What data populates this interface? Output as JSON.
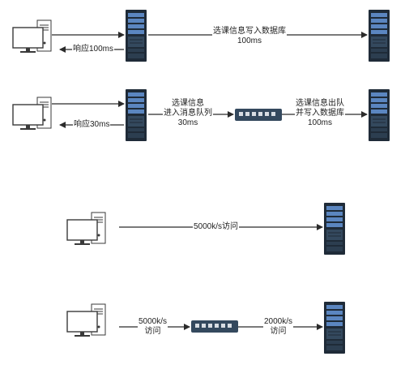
{
  "colors": {
    "line": "#2b2b2b",
    "server_dark": "#1f2b38",
    "server_mid": "#34495e",
    "server_accent": "#5b86c0",
    "pc_stroke": "#3a3a3a",
    "switch_body": "#34495e",
    "switch_port": "#d8dde3"
  },
  "icons": {
    "client": "desktop-pc-icon",
    "server": "server-rack-icon",
    "queue": "network-switch-icon"
  },
  "scenario1": {
    "request_label": "选课信息写入数据库\n100ms",
    "response_label": "响应100ms"
  },
  "scenario2": {
    "enqueue_label": "选课信息\n进入消息队列\n30ms",
    "dequeue_label": "选课信息出队\n并写入数据库\n100ms",
    "response_label": "响应30ms"
  },
  "scenario3": {
    "access_label": "5000k/s访问"
  },
  "scenario4": {
    "inbound_label": "5000k/s\n访问",
    "outbound_label": "2000k/s\n访问"
  }
}
